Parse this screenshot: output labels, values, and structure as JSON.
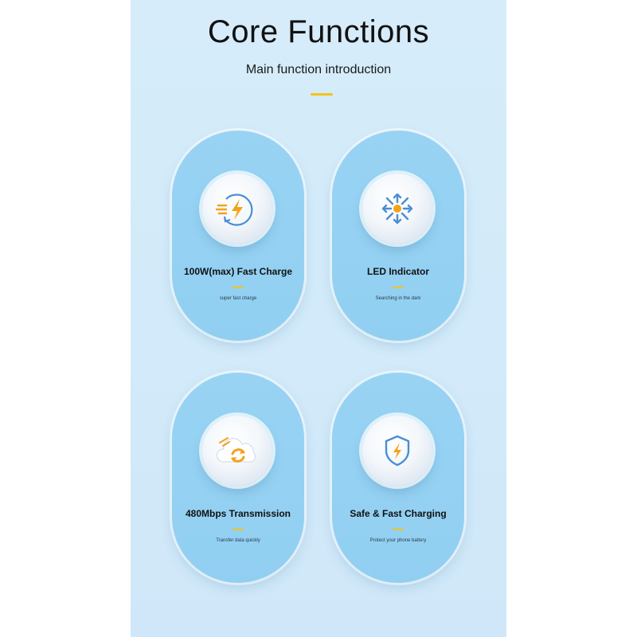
{
  "header": {
    "title": "Core Functions",
    "subtitle": "Main function introduction"
  },
  "colors": {
    "accent": "#f4c21b",
    "panel_background": "#d4ebf9",
    "card_background": "#95d1f2",
    "icon_orange": "#f3a21b",
    "icon_blue": "#4a8ed3"
  },
  "features": [
    {
      "title": "100W(max) Fast Charge",
      "description": "super fast charge",
      "icon": "fast-charge-icon"
    },
    {
      "title": "LED Indicator",
      "description": "Searching in the dark",
      "icon": "led-indicator-icon"
    },
    {
      "title": "480Mbps Transmission",
      "description": "Transfer data quickly",
      "icon": "cloud-sync-icon"
    },
    {
      "title": "Safe & Fast Charging",
      "description": "Protect your phone battery",
      "icon": "shield-bolt-icon"
    }
  ]
}
